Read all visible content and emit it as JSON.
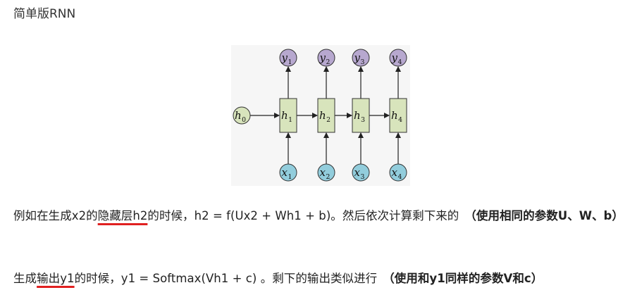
{
  "title": "简单版RNN",
  "diagram": {
    "outputs": [
      {
        "base": "y",
        "sub": "1"
      },
      {
        "base": "y",
        "sub": "2"
      },
      {
        "base": "y",
        "sub": "3"
      },
      {
        "base": "y",
        "sub": "4"
      }
    ],
    "hidden": [
      {
        "base": "h",
        "sub": "1"
      },
      {
        "base": "h",
        "sub": "2"
      },
      {
        "base": "h",
        "sub": "3"
      },
      {
        "base": "h",
        "sub": "4"
      }
    ],
    "inputs": [
      {
        "base": "x",
        "sub": "1"
      },
      {
        "base": "x",
        "sub": "2"
      },
      {
        "base": "x",
        "sub": "3"
      },
      {
        "base": "x",
        "sub": "4"
      }
    ],
    "initial": {
      "base": "h",
      "sub": "0"
    },
    "colors": {
      "output_fill": "#b7a8cf",
      "hidden_fill": "#d8e4bc",
      "input_fill": "#92cddc",
      "initial_fill": "#d8e4bc",
      "stroke": "#333333",
      "underline": "#e02020"
    }
  },
  "paragraph1": {
    "prefix": "例如在生成x2的",
    "underlined": "隐藏层h2",
    "middle": "的时候，h2 = f(Ux2 + Wh1 + b)。然后依次计算剩下来的",
    "bold": "（使用相同的参数U、W、b）"
  },
  "paragraph2": {
    "prefix": "生成",
    "underlined": "输出y1",
    "middle": "的时候，y1 = Softmax(Vh1 + c) 。剩下的输出类似进行",
    "bold": "（使用和y1同样的参数V和c）"
  }
}
